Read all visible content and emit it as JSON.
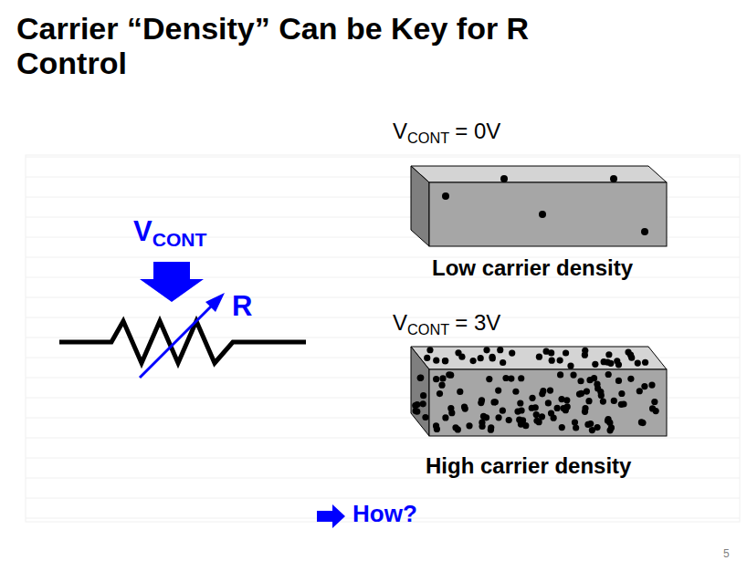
{
  "diagram": {
    "title": "Carrier “Density” Can be Key for R Control",
    "labels": [
      "V",
      "CONT",
      "R",
      "V",
      "CONT",
      "= 0V",
      "Low carrier density",
      "V",
      "CONT",
      "= 3V",
      "High carrier density",
      "How?",
      "5"
    ]
  }
}
